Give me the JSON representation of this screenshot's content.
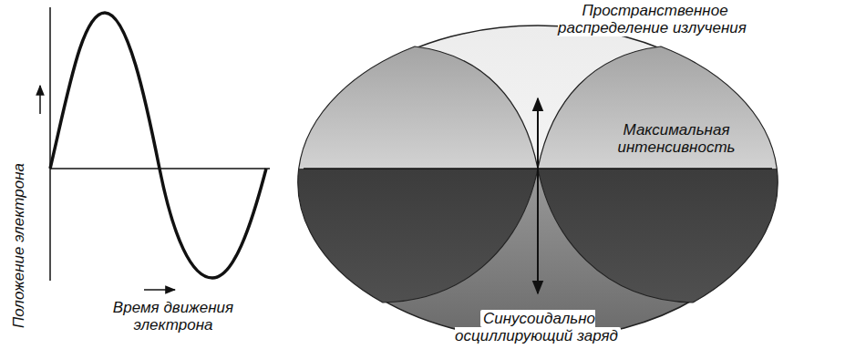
{
  "diagram": {
    "labels": [
      "Положение электрона",
      "Время движения электрона",
      "Пространственное распределение излучения",
      "Максимальная интенсивность",
      "Синусоидально осциллирующий заряд"
    ]
  }
}
